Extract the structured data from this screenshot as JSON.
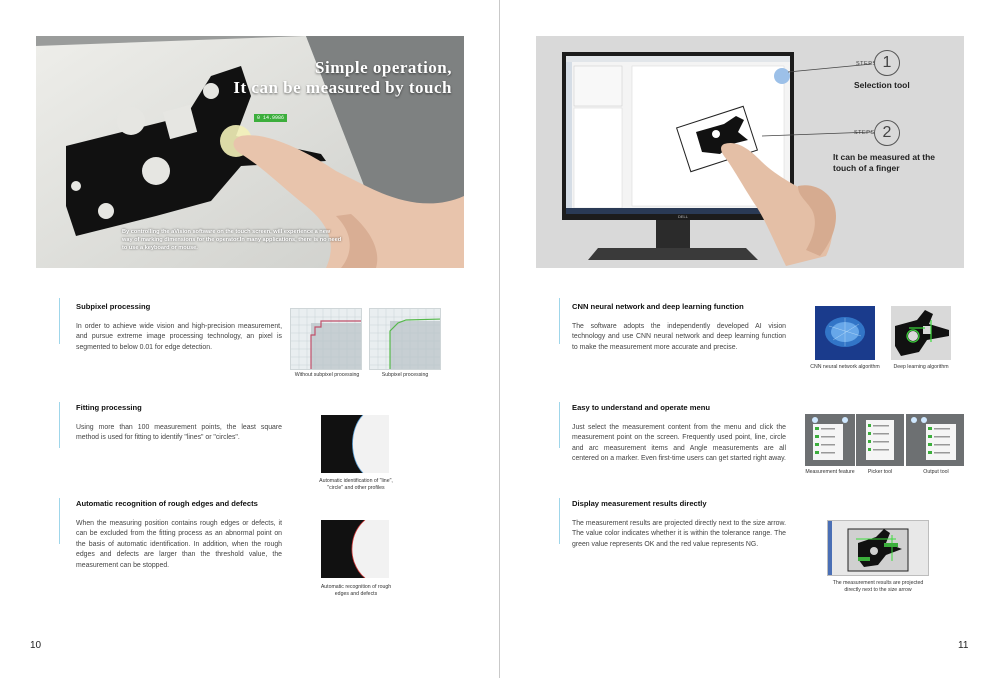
{
  "left": {
    "hero": {
      "title_line1": "Simple operation,",
      "title_line2": "It can be measured by touch",
      "readout": "0 14.9986",
      "caption": "By controlling the aVision software on the touch screen, will experience a new way of marking dimensions for the operator.In many applications, there is no need to use a keyboard or mouse."
    },
    "sections": [
      {
        "title": "Subpixel processing",
        "body": "In order to achieve wide vision and high-precision measurement, and pursue extreme image processing technology, an pixel is segmented to below 0.01 for edge detection.",
        "captions": [
          "Without subpixel processing",
          "Subpixel processing"
        ]
      },
      {
        "title": "Fitting processing",
        "body": "Using more than 100 measurement points, the least square method is used for fitting to identify \"lines\" or \"circles\".",
        "caption_line1": "Automatic identification of \"line\",",
        "caption_line2": "\"circle\" and other profiles"
      },
      {
        "title": "Automatic recognition of rough edges and defects",
        "body": "When the measuring position contains rough edges or defects, it can be excluded from the fitting process as an abnormal point on the basis of automatic identification. In addition, when the rough edges and defects are larger than the threshold value, the measurement can be stopped.",
        "caption_line1": "Automatic recognition of rough",
        "caption_line2": "edges and defects"
      }
    ],
    "page_number": "10"
  },
  "right": {
    "hero": {
      "steps_word": "STEPS",
      "step1_num": "1",
      "step1_label": "Selection tool",
      "step2_num": "2",
      "step2_label_line1": "It can be measured at the",
      "step2_label_line2": "touch of a finger",
      "monitor_brand": "DELL"
    },
    "sections": [
      {
        "title": "CNN neural network and deep learning function",
        "body": "The software adopts the independently developed AI vision technology and use CNN neural network and deep learning function to make the measurement more accurate and precise.",
        "captions": [
          "CNN neural network algorithm",
          "Deep learning algorithm"
        ]
      },
      {
        "title": "Easy to understand and operate menu",
        "body": "Just select the measurement content from the menu and click the measurement point on the screen. Frequently used point, line, circle and arc measurement items and Angle measurements are all centered on a marker. Even first-time users can get started right away.",
        "captions": [
          "Measurement feature",
          "Picker tool",
          "Output tool"
        ]
      },
      {
        "title": "Display measurement results directly",
        "body": "The measurement results are projected directly next to the size arrow. The value color indicates whether it is within the tolerance range. The green value represents OK and the red value represents NG.",
        "caption_line1": "The measurement results are projected",
        "caption_line2": "directly next to the size arrow"
      }
    ],
    "page_number": "11"
  },
  "colors": {
    "accent_bar": "#9fd6ea",
    "ok_green": "#3cae3c",
    "ng_red": "#d23a3a"
  }
}
